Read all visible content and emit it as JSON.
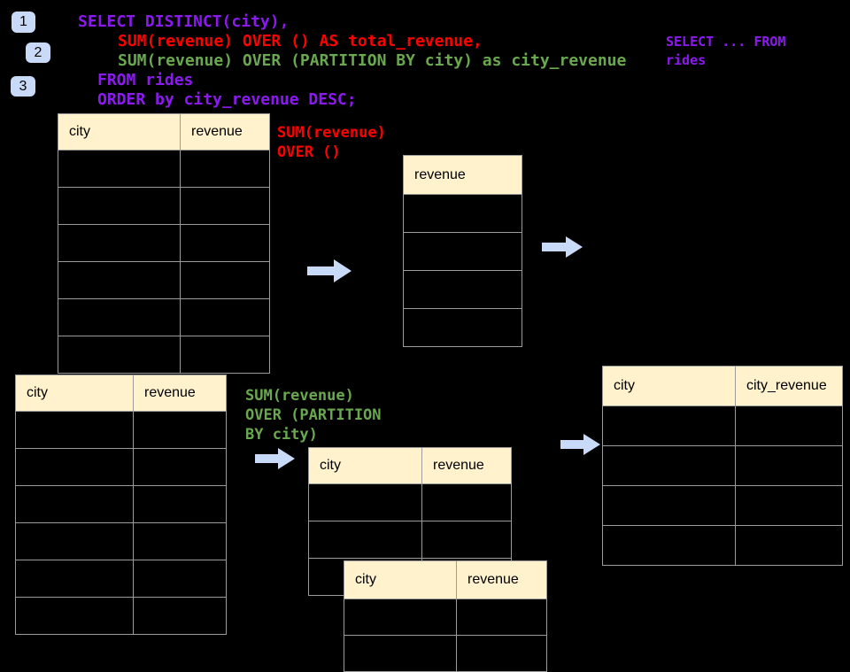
{
  "colors": {
    "purple": "#8C1AF0",
    "red": "#FF0000",
    "green": "#6AA84F",
    "header-bg": "#FFF2CC",
    "badge-blue": "#C9DAF8",
    "arrow-blue": "#C9DAF8"
  },
  "badges": {
    "one": "1",
    "two": "2",
    "three": "3"
  },
  "sql": {
    "line1": "SELECT DISTINCT(city),",
    "line2": "SUM(revenue) OVER () AS total_revenue,",
    "line3": "SUM(revenue) OVER (PARTITION BY city) as city_revenue",
    "line4": "FROM rides",
    "line5": "ORDER by city_revenue DESC;"
  },
  "side_note": {
    "line1": "SELECT ... FROM",
    "line2": "rides"
  },
  "total_annotation": {
    "line1": "SUM(revenue)",
    "line2": "OVER ()"
  },
  "partition_annotation": {
    "line1": "SUM(revenue)",
    "line2": "OVER (PARTITION",
    "line3": "BY city)"
  },
  "tables": {
    "source_top": {
      "headers": [
        "city",
        "revenue"
      ],
      "empty_rows": 6
    },
    "total_revenue_result": {
      "headers": [
        "revenue"
      ],
      "empty_rows": 4
    },
    "source_bottom": {
      "headers": [
        "city",
        "revenue"
      ],
      "empty_rows": 6
    },
    "partition_step_back": {
      "headers": [
        "city",
        "revenue"
      ],
      "empty_rows": 3
    },
    "partition_step_front": {
      "headers": [
        "city",
        "revenue"
      ],
      "empty_rows": 2
    },
    "city_revenue_result": {
      "headers": [
        "city",
        "city_revenue"
      ],
      "empty_rows": 4
    }
  }
}
